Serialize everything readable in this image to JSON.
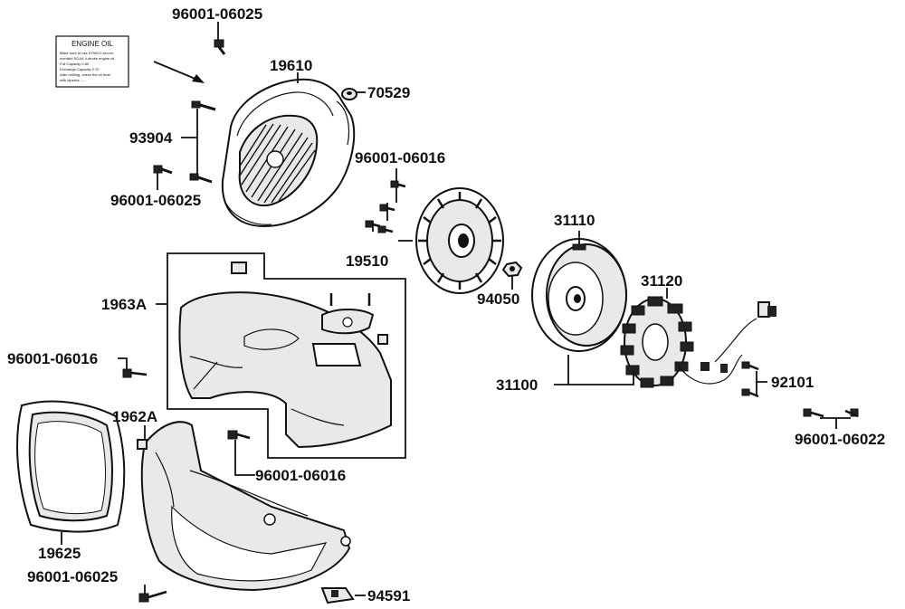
{
  "labels": {
    "p96001_06025_top": "96001-06025",
    "p19610": "19610",
    "p70529": "70529",
    "p93904": "93904",
    "p96001_06025_mid": "96001-06025",
    "p96001_06016_top": "96001-06016",
    "p19510": "19510",
    "p31110": "31110",
    "p94050": "94050",
    "p31120": "31120",
    "p1963A": "1963A",
    "p96001_06016_left": "96001-06016",
    "p1962A": "1962A",
    "p96001_06016_bottom": "96001-06016",
    "p31100": "31100",
    "p92101": "92101",
    "p96001_06022": "96001-06022",
    "p19625": "19625",
    "p96001_06025_bottom": "96001-06025",
    "p94591": "94591"
  },
  "decal": {
    "title": "ENGINE OIL",
    "lines": [
      "Make sure to use KYMCO-recom-",
      "mended SG&A 4-stroke engine oil.",
      "Full Capacity          0.80",
      "Exchange Capacity  0.70",
      "After refilling, check the oil level",
      "with dipstick.                   ---"
    ]
  },
  "colors": {
    "ink": "#111111",
    "paper": "#ffffff",
    "shade": "#e9e9e9"
  }
}
